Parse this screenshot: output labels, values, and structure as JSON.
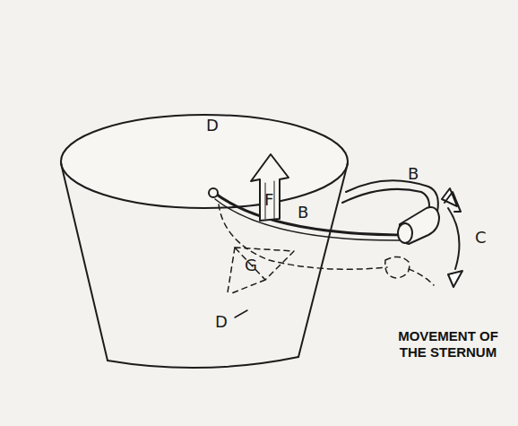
{
  "diagram": {
    "labels": [
      "D",
      "B",
      "B",
      "F",
      "C",
      "G",
      "D",
      "MOVEMENT OF THE STERNUM"
    ]
  }
}
